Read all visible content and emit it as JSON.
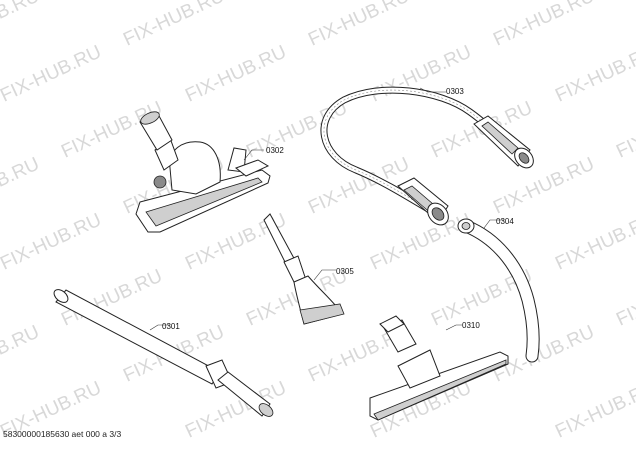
{
  "watermark": "FIX-HUB.RU",
  "parts": [
    {
      "id": "p0302",
      "label": "0302",
      "icon": "floor-nozzle-icon"
    },
    {
      "id": "p0303",
      "label": "0303",
      "icon": "suction-hose-icon"
    },
    {
      "id": "p0304",
      "label": "0304",
      "icon": "curved-handle-icon"
    },
    {
      "id": "p0305",
      "label": "0305",
      "icon": "upholstery-nozzle-icon"
    },
    {
      "id": "p0301",
      "label": "0301",
      "icon": "telescopic-tube-icon"
    },
    {
      "id": "p0310",
      "label": "0310",
      "icon": "parquet-brush-icon"
    }
  ],
  "footer": "58300000185630 aet 000 a 3/3"
}
